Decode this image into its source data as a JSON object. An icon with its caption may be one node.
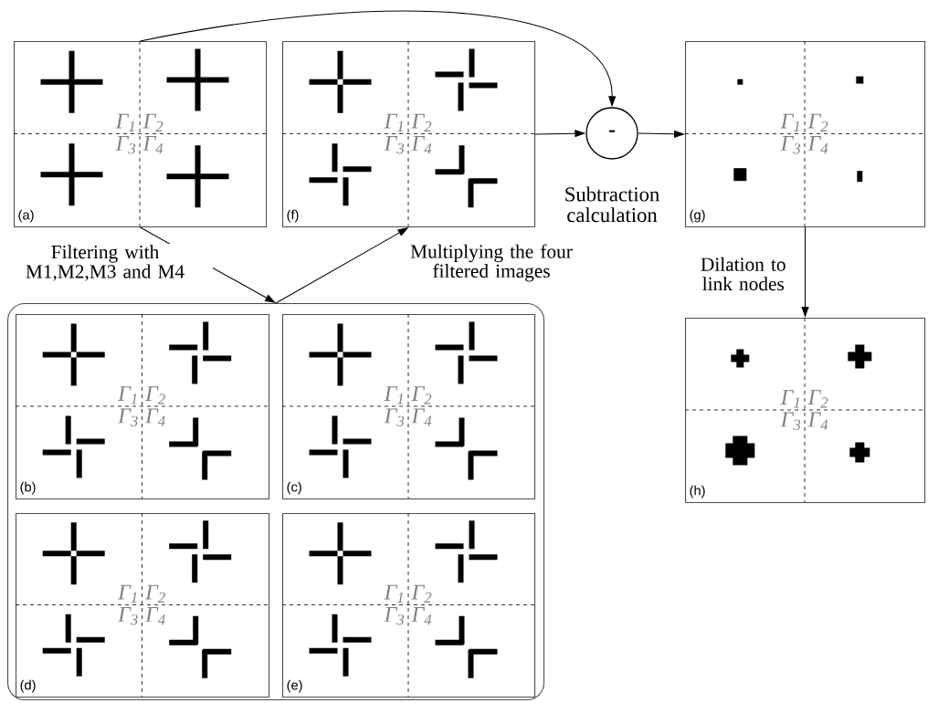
{
  "diagram": {
    "nodes": [
      {
        "text": [
          "(a)",
          "Γ$_{1}$",
          "Γ$_{2}$",
          "Γ$_{3}$",
          "Γ$_{4}$"
        ]
      },
      {
        "text": [
          "(f)",
          "Γ$_{1}$",
          "Γ$_{2}$",
          "Γ$_{3}$",
          "Γ$_{4}$"
        ]
      },
      {
        "text": [
          "-"
        ],
        "beside": [
          "Subtraction calculation"
        ]
      },
      {
        "text": [
          "(g)",
          "Γ$_{1}$",
          "Γ$_{2}$",
          "Γ$_{3}$",
          "Γ$_{4}$"
        ]
      },
      {
        "text": [],
        "shape": "box"
      },
      {
        "text": [
          "(b)",
          "Γ$_{1}$",
          "Γ$_{2}$",
          "Γ$_{3}$",
          "Γ$_{4}$"
        ],
        "in": 4
      },
      {
        "text": [
          "(c)",
          "Γ$_{1}$",
          "Γ$_{2}$",
          "Γ$_{3}$",
          "Γ$_{4}$"
        ],
        "in": 4
      },
      {
        "text": [
          "(d)",
          "Γ$_{1}$",
          "Γ$_{2}$",
          "Γ$_{3}$",
          "Γ$_{4}$"
        ],
        "in": 4
      },
      {
        "text": [
          "(e)",
          "Γ$_{1}$",
          "Γ$_{2}$",
          "Γ$_{3}$",
          "Γ$_{4}$"
        ],
        "in": 4
      },
      {
        "text": [
          "(h)",
          "Γ$_{1}$",
          "Γ$_{2}$",
          "Γ$_{3}$",
          "Γ$_{4}$"
        ]
      }
    ],
    "edges": [
      {
        "from": 0,
        "to": 4,
        "arrow": "to",
        "label": "Filtering with M1,M2,M3 and M4"
      },
      {
        "from": 4,
        "to": 1,
        "arrow": "to",
        "label": "Multiplying the four filtered images"
      },
      {
        "from": 0,
        "to": 2,
        "arrow": "to"
      },
      {
        "from": 1,
        "to": 2,
        "arrow": "to"
      },
      {
        "from": 2,
        "to": 3,
        "arrow": "to"
      },
      {
        "from": 3,
        "to": 9,
        "arrow": "to",
        "label": "Dilation to link nodes"
      }
    ]
  }
}
